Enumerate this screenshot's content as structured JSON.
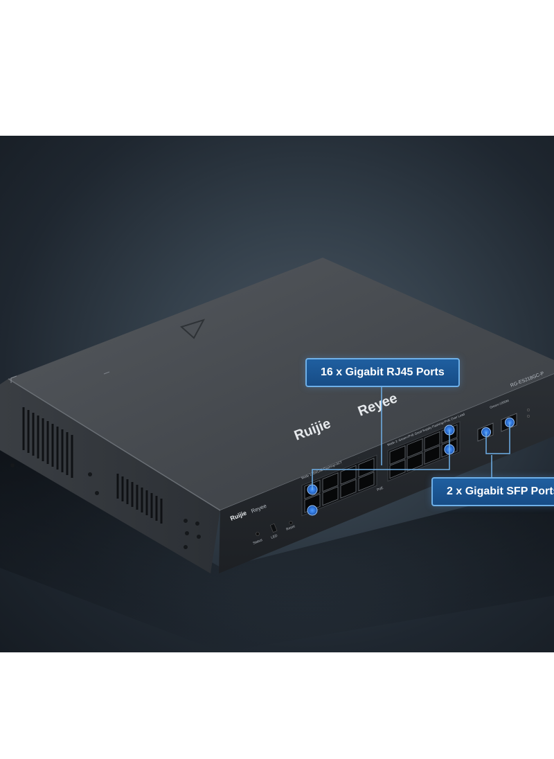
{
  "callouts": {
    "rj45": "16 x Gigabit RJ45 Ports",
    "sfp": "2 x Gigabit SFP Ports"
  },
  "device": {
    "brand": "Ruijie",
    "sub_brand": "Reyee",
    "model": "RG-ES218GC-P",
    "front_brand": "Ruijie",
    "front_sub_brand": "Reyee",
    "labels": {
      "status": "Status",
      "led": "LED",
      "reset": "Reset",
      "poe": "PoE",
      "sfp_mode": "Green=1000M",
      "port_legend_left": "Mode 1: On/Link Flashing=ACT",
      "port_legend_right": "Mode 2: Green=PoE Good Supply Flashing=PoE Over Load"
    }
  },
  "colors": {
    "callout_fill": "#1f5fa0",
    "callout_border": "#6fb0e8",
    "port_highlight": "#2f74d8"
  }
}
